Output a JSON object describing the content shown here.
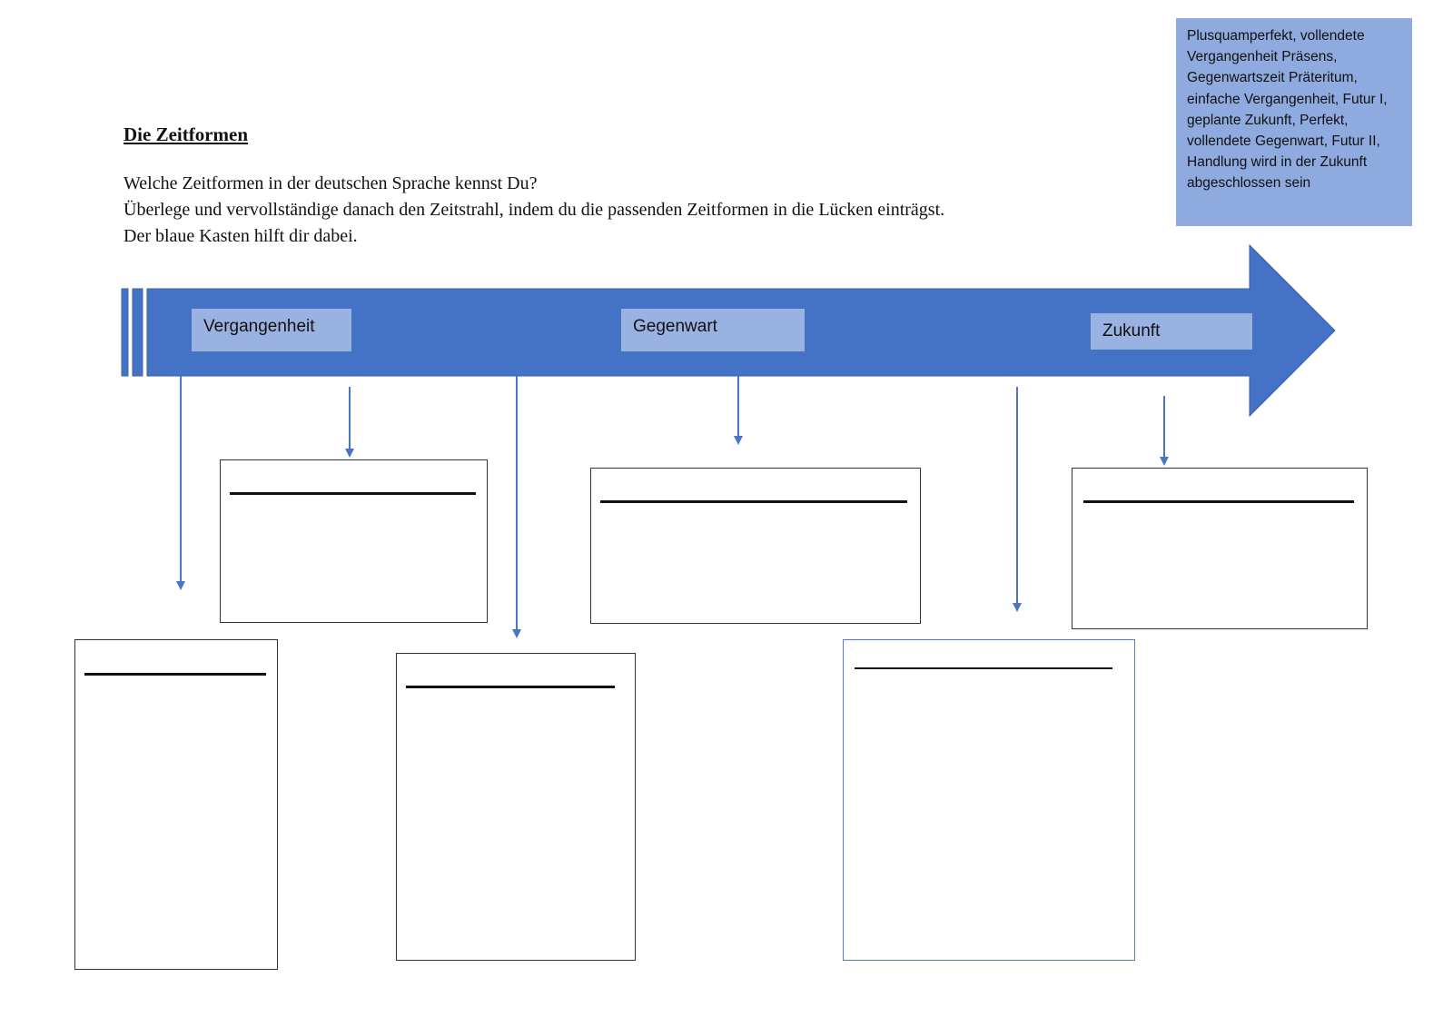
{
  "heading": {
    "title": "Die Zeitformen",
    "instructions": [
      "Welche Zeitformen in der deutschen Sprache kennst Du?",
      "Überlege und vervollständige danach den Zeitstrahl, indem du die passenden Zeitformen in die Lücken einträgst.",
      "Der blaue Kasten hilft dir dabei."
    ]
  },
  "help_box": {
    "text": "Plusquamperfekt, vollendete Vergangenheit Präsens, Gegenwartszeit Präteritum, einfache Vergangenheit, Futur I, geplante Zukunft, Perfekt, vollendete Gegenwart, Futur II, Handlung wird in der Zukunft abgeschlossen sein"
  },
  "timeline": {
    "labels": {
      "past": "Vergangenheit",
      "present": "Gegenwart",
      "future": "Zukunft"
    }
  },
  "colors": {
    "arrow_blue": "#4472c4",
    "label_fill": "#a9bde6",
    "help_box_fill": "#8eaadf",
    "connector_blue": "#4a74c4"
  },
  "answer_boxes": [
    {
      "name": "answer-box-1"
    },
    {
      "name": "answer-box-2"
    },
    {
      "name": "answer-box-3"
    },
    {
      "name": "answer-box-4"
    },
    {
      "name": "answer-box-5"
    },
    {
      "name": "answer-box-6"
    }
  ]
}
